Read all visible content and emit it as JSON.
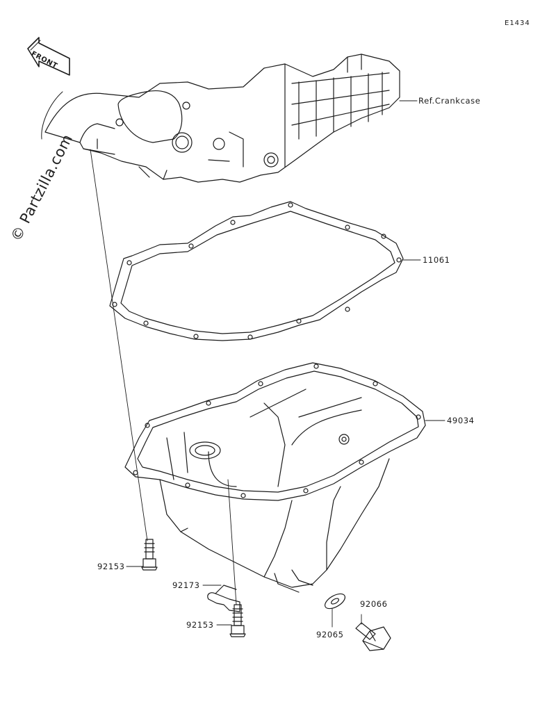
{
  "diagram": {
    "code": "E1434",
    "watermark": "© Partzilla.com",
    "front_label": "FRONT",
    "parts": [
      {
        "id": "crankcase",
        "label": "Ref.Crankcase"
      },
      {
        "id": "gasket",
        "label": "11061"
      },
      {
        "id": "oil-pan",
        "label": "49034"
      },
      {
        "id": "bolt-left",
        "label": "92153"
      },
      {
        "id": "clamp",
        "label": "92173"
      },
      {
        "id": "bolt-bottom",
        "label": "92153"
      },
      {
        "id": "drain-bolt",
        "label": "92066"
      },
      {
        "id": "washer",
        "label": "92065"
      }
    ]
  }
}
